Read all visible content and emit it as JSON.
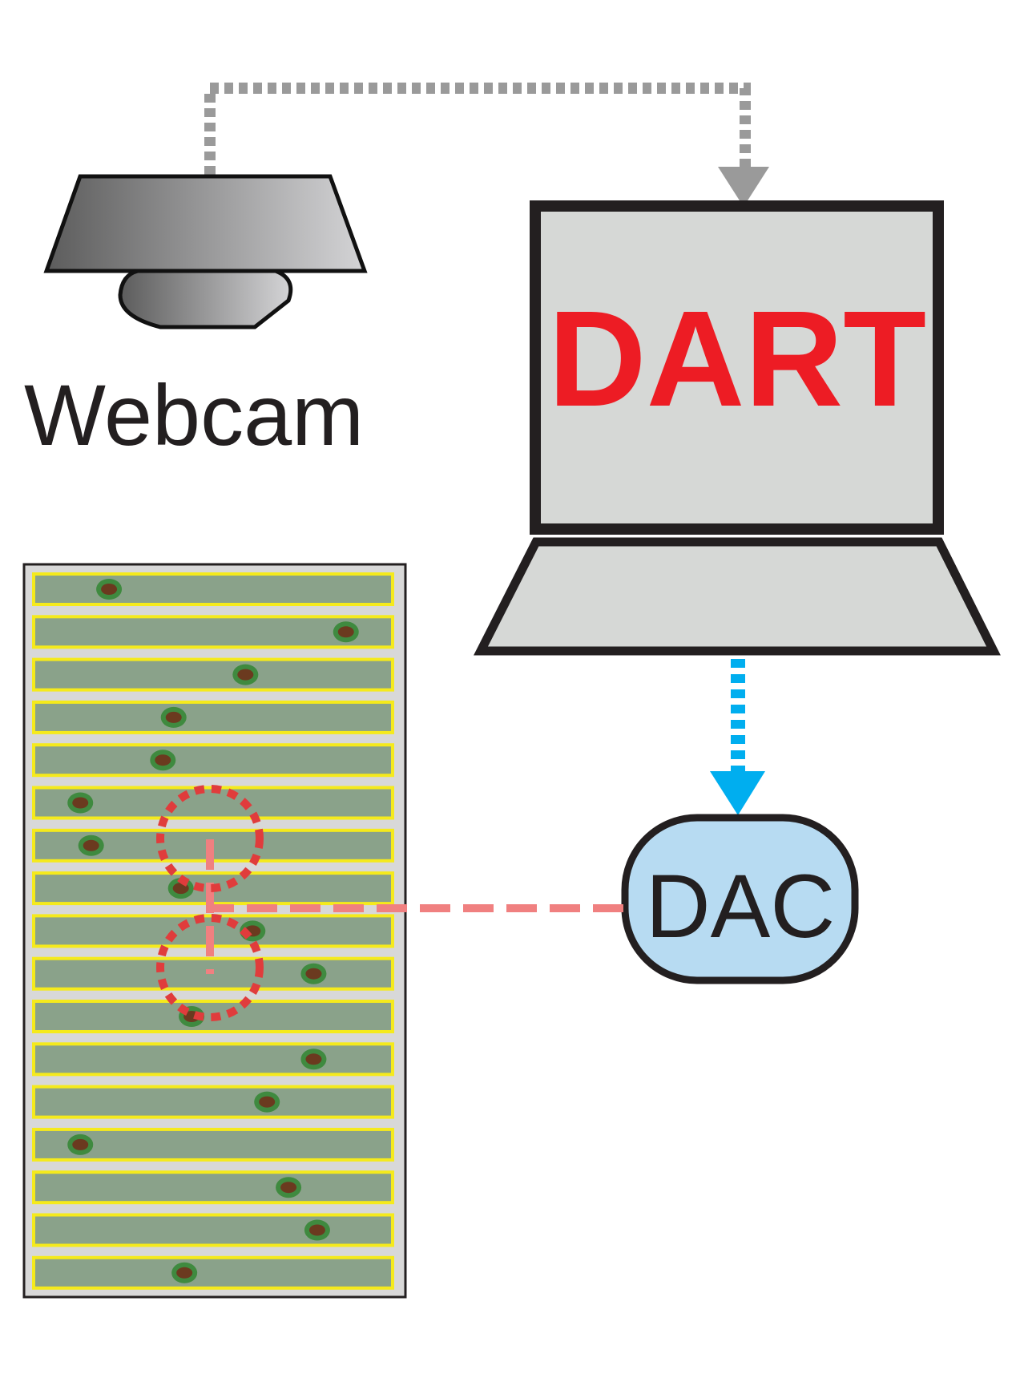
{
  "labels": {
    "webcam": "Webcam",
    "computer_screen": "DART",
    "dac": "DAC"
  },
  "colors": {
    "camera_flow_arrow": "#9a9a9a",
    "computer_to_dac_arrow": "#00aeef",
    "dac_to_tubes_line": "#f08080",
    "stimulus_rings": "#e03c3c",
    "dart_text": "#ed1c24",
    "laptop_body": "#d6d8d6",
    "dac_fill": "#b7dbf2",
    "tube_fill": "#8aa28a",
    "tube_border": "#f5ea1c",
    "fly_outer": "#3f8a3f",
    "fly_inner": "#6b3a1f",
    "rack_fill": "#d8d8d8"
  },
  "icons": {
    "webcam": "webcam-icon",
    "laptop": "laptop-icon",
    "tube_rack": "fly-tube-rack"
  },
  "tube_rack": {
    "tube_count": 17,
    "fly_positions": [
      0.21,
      0.87,
      0.59,
      0.39,
      0.36,
      0.13,
      0.16,
      0.41,
      0.61,
      0.78,
      0.44,
      0.78,
      0.65,
      0.13,
      0.71,
      0.79,
      0.42
    ]
  }
}
